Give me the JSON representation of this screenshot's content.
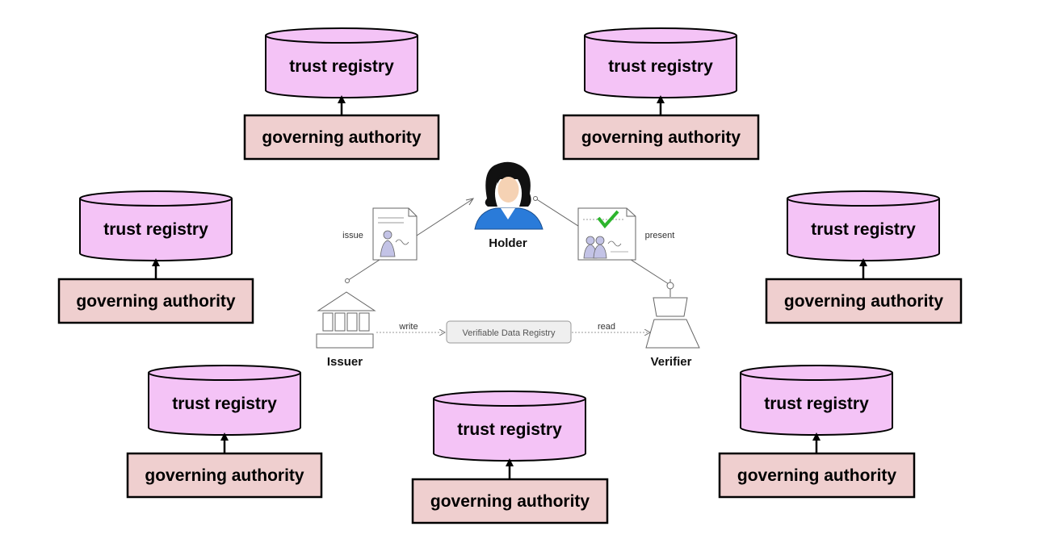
{
  "colors": {
    "registry_fill": "#f4c3f6",
    "authority_fill": "#efcfcf",
    "stroke": "#000000"
  },
  "labels": {
    "registry": "trust registry",
    "authority": "governing authority"
  },
  "pairs": [
    {
      "registry": "trust registry",
      "authority": "governing authority"
    },
    {
      "registry": "trust registry",
      "authority": "governing authority"
    },
    {
      "registry": "trust registry",
      "authority": "governing authority"
    },
    {
      "registry": "trust registry",
      "authority": "governing authority"
    },
    {
      "registry": "trust registry",
      "authority": "governing authority"
    },
    {
      "registry": "trust registry",
      "authority": "governing authority"
    },
    {
      "registry": "trust registry",
      "authority": "governing authority"
    }
  ],
  "center": {
    "holder": "Holder",
    "issuer": "Issuer",
    "verifier": "Verifier",
    "registry": "Verifiable Data Registry",
    "issue": "issue",
    "present": "present",
    "write": "write",
    "read": "read",
    "icons": [
      "holder-person-icon",
      "credential-document-icon",
      "verified-credential-icon",
      "issuer-building-icon",
      "verifier-icon"
    ]
  }
}
